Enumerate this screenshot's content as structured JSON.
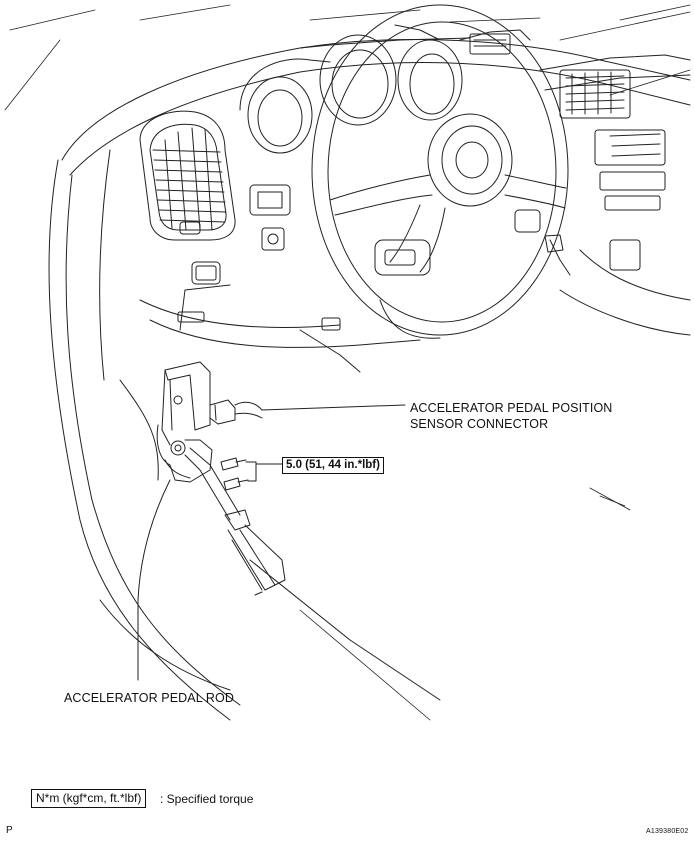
{
  "callouts": {
    "sensor_connector_line1": "ACCELERATOR PEDAL POSITION",
    "sensor_connector_line2": "SENSOR CONNECTOR",
    "pedal_rod": "ACCELERATOR PEDAL ROD",
    "bolt_torque": "5.0 (51, 44 in.*lbf)"
  },
  "legend": {
    "unit_box": "N*m (kgf*cm, ft.*lbf)",
    "description": ": Specified torque"
  },
  "corner_mark": "P",
  "figure_id": "A139380E02"
}
